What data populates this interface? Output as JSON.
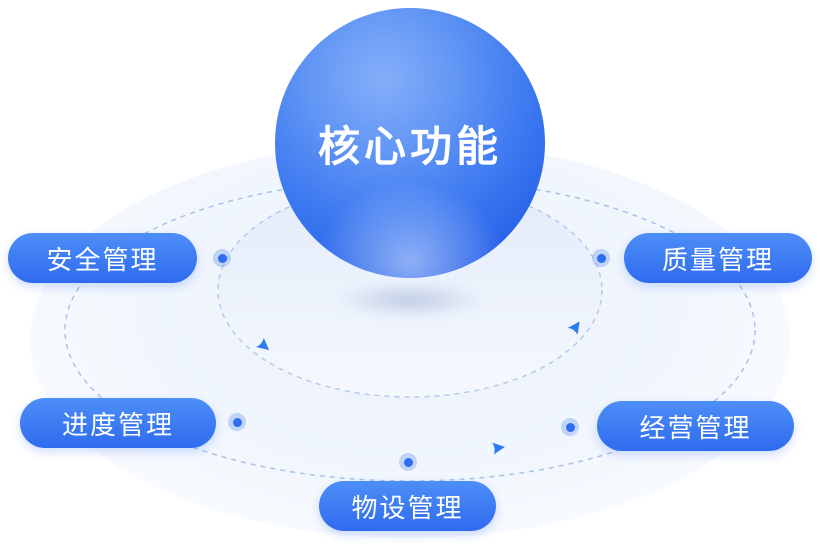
{
  "center": {
    "label": "核心功能"
  },
  "nodes": [
    {
      "id": "safety",
      "label": "安全管理"
    },
    {
      "id": "quality",
      "label": "质量管理"
    },
    {
      "id": "progress",
      "label": "进度管理"
    },
    {
      "id": "business",
      "label": "经营管理"
    },
    {
      "id": "equipment",
      "label": "物设管理"
    }
  ],
  "colors": {
    "sphere_highlight": "#85aef9",
    "sphere_base": "#2a65e9",
    "pill_top": "#4e8ef7",
    "pill_bottom": "#2e6bef",
    "orbit_stroke": "#a9c3e8",
    "inner_orbit_fill_top": "#e3ebf9",
    "inner_orbit_fill_bottom": "#f5f9fe",
    "dot_core": "#2e6cf0",
    "arrow": "#2f7bf2",
    "background_tint": "#ecf2fb"
  }
}
